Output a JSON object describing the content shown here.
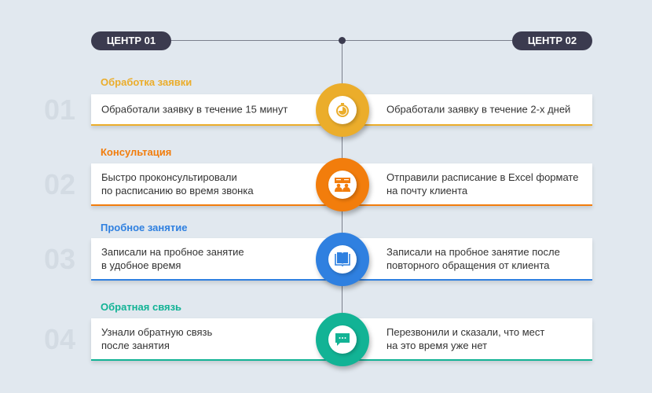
{
  "header": {
    "left": "ЦЕНТР 01",
    "right": "ЦЕНТР 02"
  },
  "steps": [
    {
      "num": "01",
      "title": "Обработка заявки",
      "left": "Обработали заявку в течение 15 минут",
      "right": "Обработали заявку в течение 2-х дней",
      "color": "#ebad2b",
      "icon": "stopwatch-icon"
    },
    {
      "num": "02",
      "title": "Консультация",
      "left": "Быстро проконсультировали\nпо расписанию  во время звонка",
      "right": "Отправили расписание в Excel формате\nна почту клиента",
      "color": "#f27d0c",
      "icon": "presentation-icon"
    },
    {
      "num": "03",
      "title": "Пробное занятие",
      "left": "Записали на пробное занятие\nв удобное время",
      "right": "Записали на пробное занятие после\nповторного обращения  от клиента",
      "color": "#2f80e0",
      "icon": "book-icon"
    },
    {
      "num": "04",
      "title": "Обратная связь",
      "left": "Узнали обратную связь\nпосле занятия",
      "right": "Перезвонили и сказали, что мест\nна это время уже нет",
      "color": "#12b395",
      "icon": "chat-icon"
    }
  ]
}
